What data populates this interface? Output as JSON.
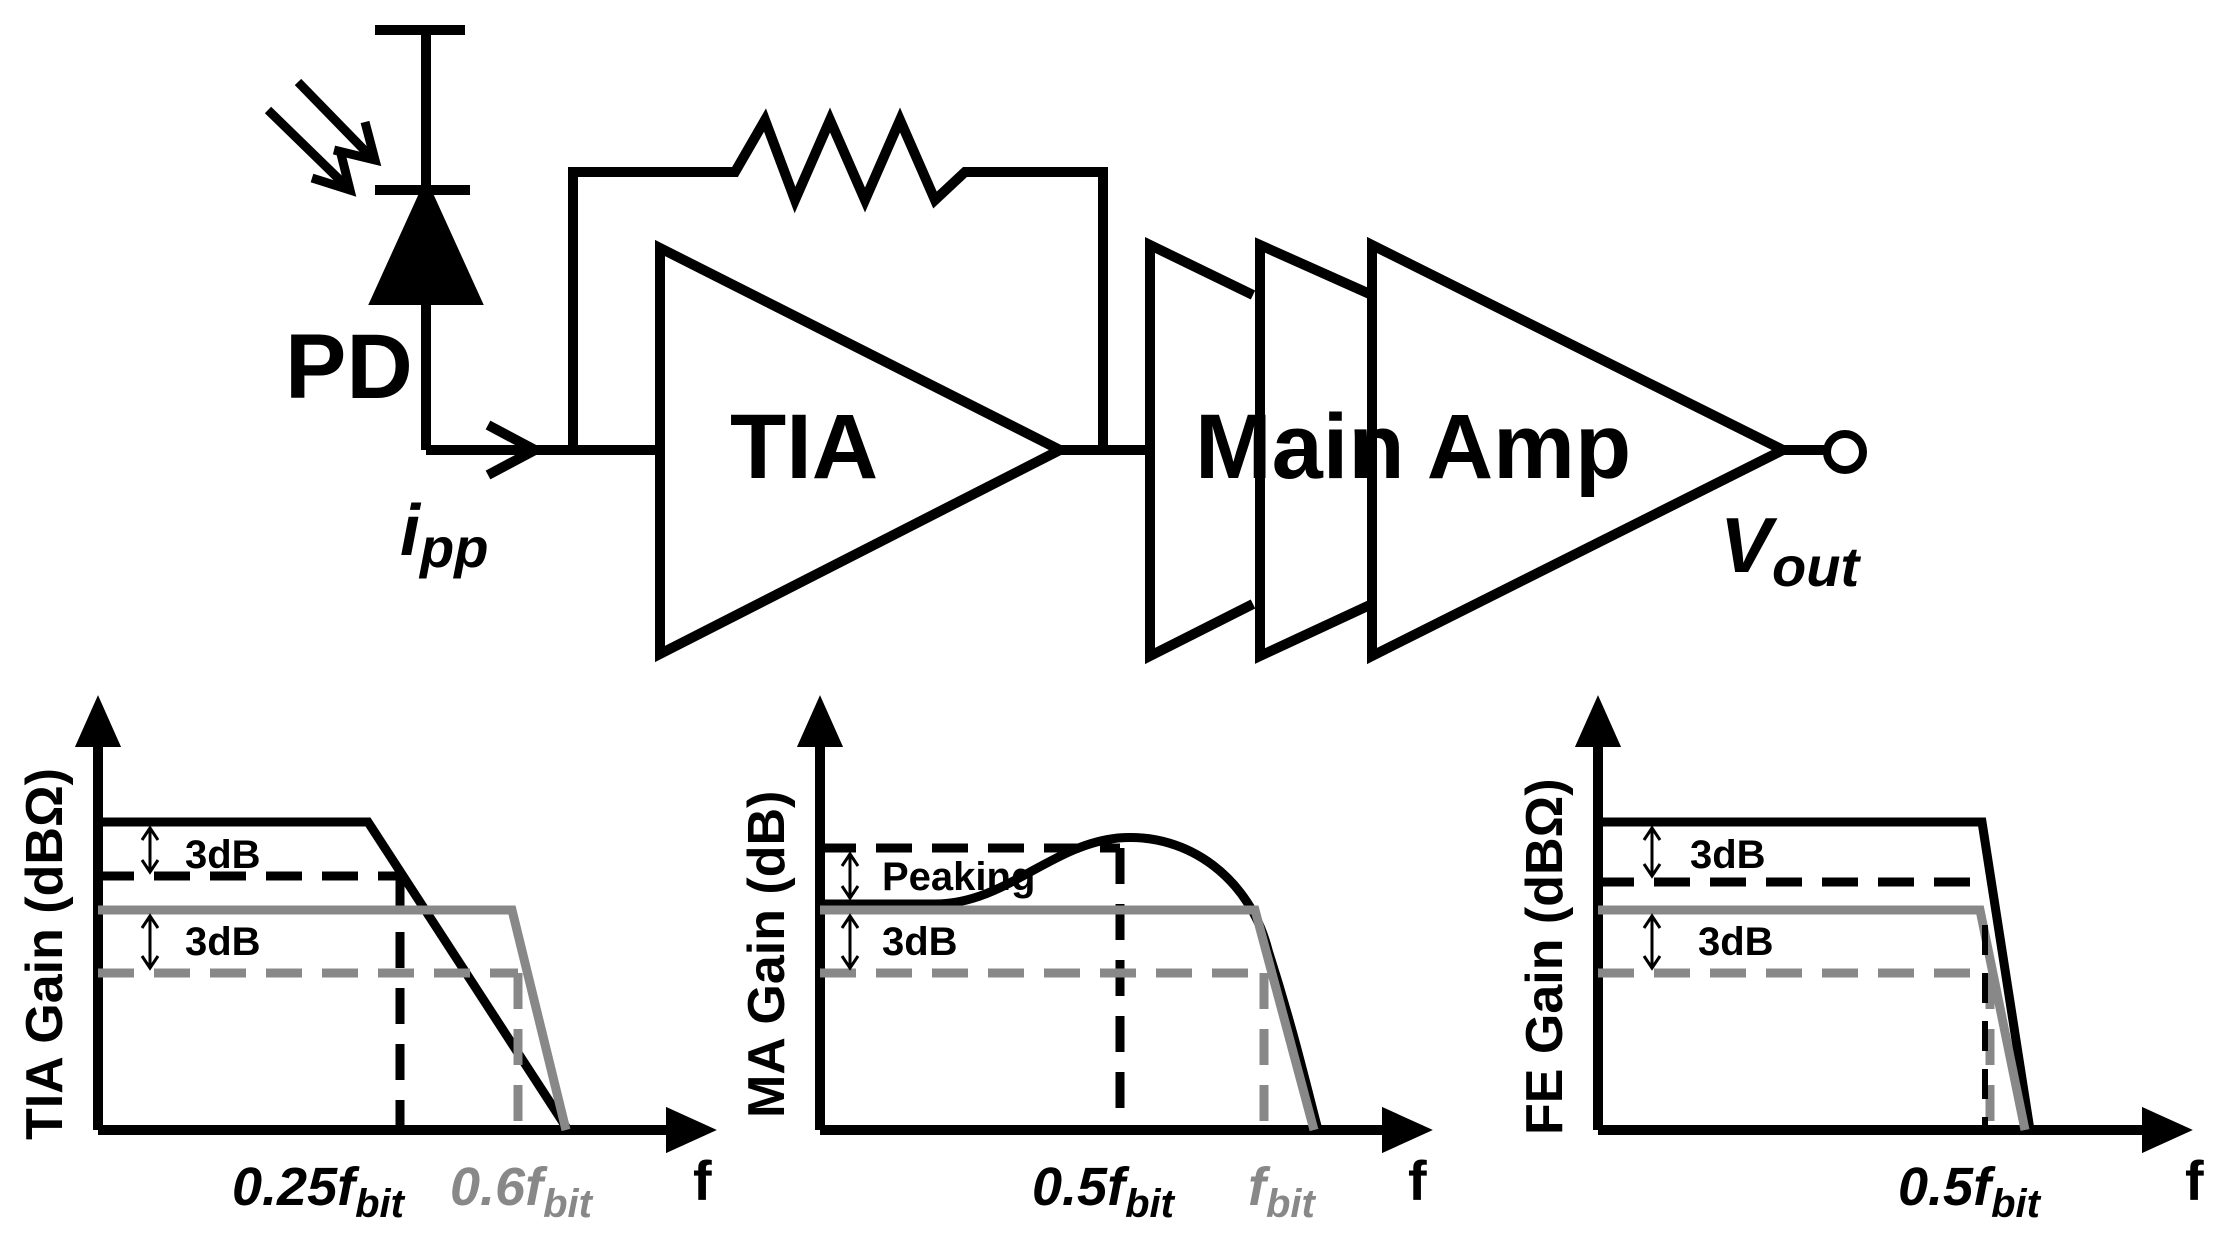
{
  "colors": {
    "black": "#000000",
    "gray": "#888888",
    "background": "#ffffff"
  },
  "circuit": {
    "pd_label": "PD",
    "input_current": {
      "main": "i",
      "sub": "pp"
    },
    "tia_label": "TIA",
    "main_amp_label": "Main Amp",
    "output": {
      "main": "V",
      "sub": "out"
    }
  },
  "plots": {
    "tia": {
      "ylabel": "TIA Gain (dBΩ)",
      "xlabel": "f",
      "annotations": [
        "3dB",
        "3dB"
      ],
      "ticks": [
        {
          "main": "0.25f",
          "sub": "bit",
          "color": "black"
        },
        {
          "main": "0.6f",
          "sub": "bit",
          "color": "gray"
        }
      ]
    },
    "ma": {
      "ylabel": "MA Gain (dB)",
      "xlabel": "f",
      "annotations": [
        "Peaking",
        "3dB"
      ],
      "ticks": [
        {
          "main": "0.5f",
          "sub": "bit",
          "color": "black"
        },
        {
          "main": "f",
          "sub": "bit",
          "color": "gray"
        }
      ]
    },
    "fe": {
      "ylabel": "FE Gain (dBΩ)",
      "xlabel": "f",
      "annotations": [
        "3dB",
        "3dB"
      ],
      "ticks": [
        {
          "main": "0.5f",
          "sub": "bit",
          "color": "black"
        }
      ]
    }
  }
}
